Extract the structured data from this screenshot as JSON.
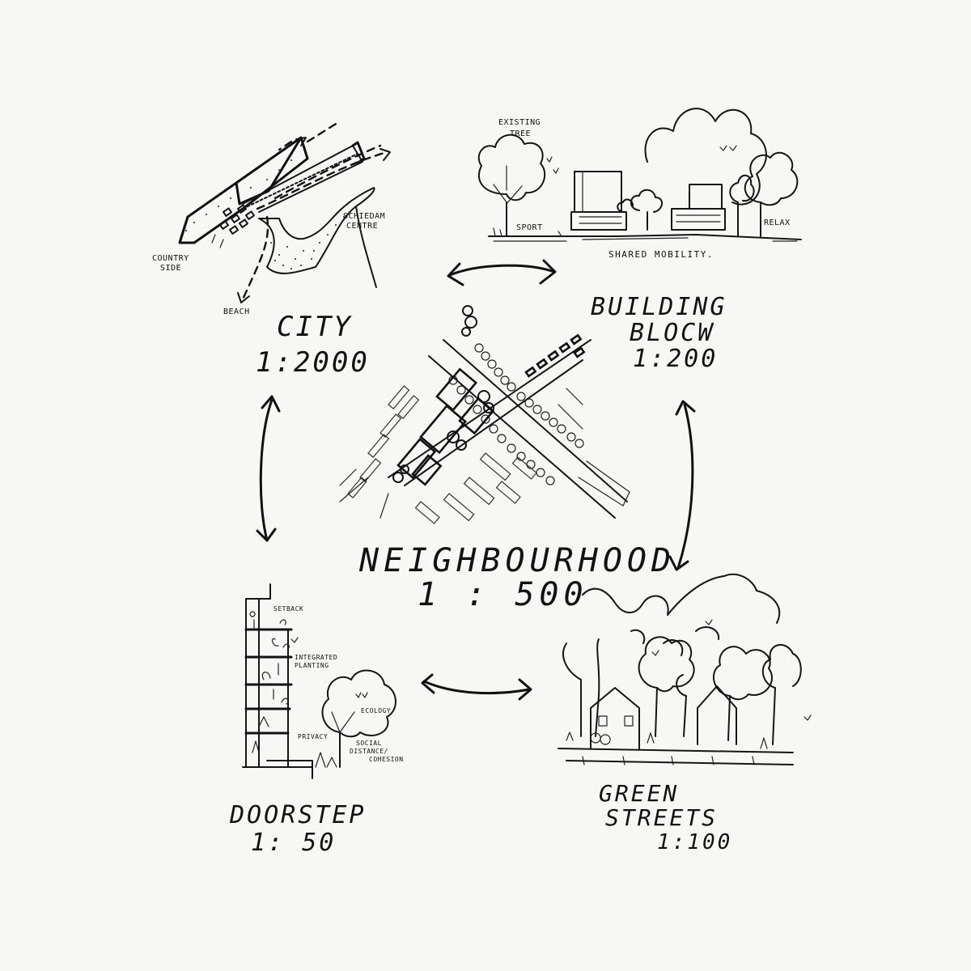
{
  "scales": {
    "city": {
      "name": "CITY",
      "ratio": "1:2000"
    },
    "building_block": {
      "name_line1": "BUILDING",
      "name_line2": "BLOCW",
      "ratio": "1:200"
    },
    "neighbourhood": {
      "name": "NEIGHBOURHOOD",
      "ratio": "1 : 500"
    },
    "doorstep": {
      "name": "DOORSTEP",
      "ratio": "1: 50"
    },
    "green_streets": {
      "name_line1": "GREEN",
      "name_line2": "STREETS",
      "ratio": "1:100"
    }
  },
  "annotations": {
    "city": {
      "country_side_line1": "COUNTRY",
      "country_side_line2": "SIDE",
      "beach": "BEACH",
      "centre_line1": "SCHIEDAM",
      "centre_line2": "CENTRE"
    },
    "building": {
      "tree_line1": "EXISTING",
      "tree_line2": "TREE",
      "sport": "SPORT",
      "relax": "RELAX",
      "mobility": "SHARED MOBILITY."
    },
    "doorstep": {
      "setback": "SETBACK",
      "planting_line1": "INTEGRATED",
      "planting_line2": "PLANTING",
      "ecology": "ECOLOGY",
      "privacy": "PRIVACY",
      "social_line1": "SOCIAL",
      "social_line2": "DISTANCE/",
      "social_line3": "COHESION"
    }
  }
}
